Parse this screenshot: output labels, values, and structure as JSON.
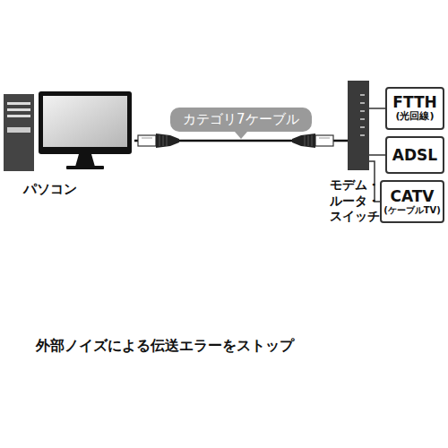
{
  "diagram": {
    "nodes": [
      {
        "text": [
          "パソコン"
        ]
      },
      {
        "text": [
          "モデム・ルータ・スイッチ"
        ]
      },
      {
        "text": [
          "FTTH",
          "(光回線)"
        ]
      },
      {
        "text": [
          "ADSL"
        ]
      },
      {
        "text": [
          "CATV",
          "(ケーブルTV)"
        ]
      }
    ],
    "edges": [
      {
        "from": 0,
        "to": 1,
        "arrow": "none",
        "label": "カテゴリ7ケーブル"
      },
      {
        "from": 1,
        "to": 2,
        "arrow": "none"
      },
      {
        "from": 1,
        "to": 3,
        "arrow": "none"
      },
      {
        "from": 1,
        "to": 4,
        "arrow": "none"
      }
    ],
    "labels": [
      "外部ノイズによる伝送エラーをストップ"
    ]
  }
}
